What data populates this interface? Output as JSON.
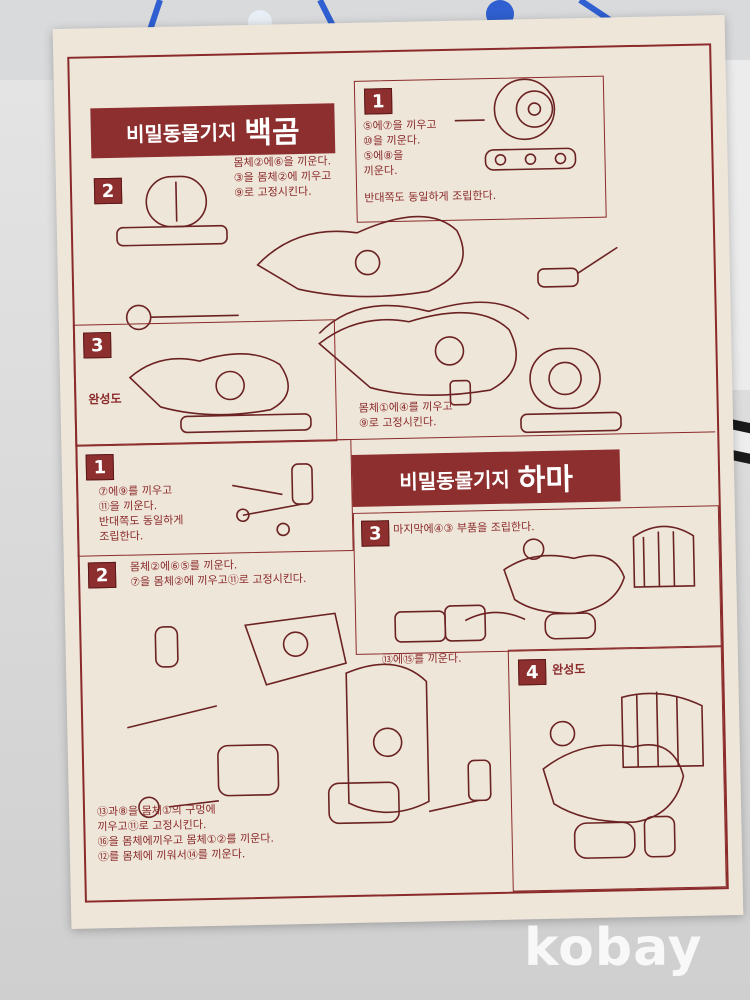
{
  "baekgom": {
    "title_small": "비밀동물기지",
    "title_big": "백곰",
    "step1": {
      "num": "1",
      "text": "⑤에⑦을 끼우고\n⑩을 끼운다.\n⑤에⑧을\n끼운다.",
      "note": "반대쪽도 동일하게 조립한다."
    },
    "step2": {
      "num": "2",
      "text": "몸체②에⑥을 끼운다.\n③을 몸체②에 끼우고\n⑨로 고정시킨다."
    },
    "step3": {
      "num": "3",
      "complete": "완성도"
    },
    "note_bottom": "몸체①에④를 끼우고\n⑨로 고정시킨다."
  },
  "hama": {
    "title_small": "비밀동물기지",
    "title_big": "하마",
    "step1": {
      "num": "1",
      "text": "⑦에⑨를 끼우고\n⑪을 끼운다.\n반대쪽도 동일하게\n조립한다."
    },
    "step2": {
      "num": "2",
      "text": "몸체②에⑥⑤를 끼운다.\n⑦을 몸체②에 끼우고⑪로 고정시킨다."
    },
    "step3": {
      "num": "3",
      "text": "마지막에④③ 부품을 조립한다."
    },
    "step4": {
      "num": "4",
      "complete": "완성도"
    },
    "note_mid": "⑬에⑮를 끼운다.",
    "note_bottom": "⑬과⑧을 몸체①의 구멍에\n끼우고⑪로 고정시킨다.\n⑯을 몸체에끼우고 몸체①②를 끼운다.\n⑫를 몸체에 끼워서⑭를 끼운다."
  },
  "watermark": "kobay",
  "colors": {
    "accent": "#8e2f2f",
    "paper": "#efe6da",
    "sprue": "#2f5fd0"
  }
}
